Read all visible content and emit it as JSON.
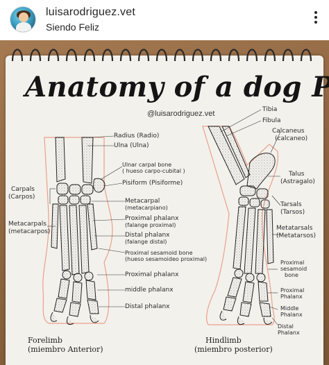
{
  "post": {
    "username": "luisarodriguez.vet",
    "subtitle": "Siendo Feliz"
  },
  "drawing": {
    "title": "Anatomy of a dog Paw",
    "handle": "@luisarodriguez.vet",
    "forelimb": {
      "labels": {
        "radius": "Radius (Radio)",
        "ulna": "Ulna (Ulna)",
        "ulnar_carpal_1": "Ulnar carpal bone",
        "ulnar_carpal_2": "( hueso carpo-cubital )",
        "pisiform": "Pisiform (Pisiforme)",
        "carpals_1": "Carpals",
        "carpals_2": "(Carpos)",
        "metacarpal_1": "Metacarpal",
        "metacarpal_2": "(metacarpiano)",
        "metacarpals_1": "Metacarpals",
        "metacarpals_2": "(metacarpos)",
        "prox_phalanx_1": "Proximal phalanx",
        "prox_phalanx_2": "(falange proximal)",
        "dist_phalanx_1": "Distal phalanx",
        "dist_phalanx_2": "(falange distal)",
        "sesamoid_1": "Proximal sesamoid bone",
        "sesamoid_2": "(hueso sesamoideo proximal)",
        "prox_phalanx_b": "Proximal phalanx",
        "middle_phalanx": "middle phalanx",
        "distal_phalanx": "Distal phalanx"
      },
      "caption_1": "Forelimb",
      "caption_2": "(miembro Anterior)"
    },
    "hindlimb": {
      "labels": {
        "tibia": "Tibia",
        "fibula": "Fibula",
        "calcaneus_1": "Calcaneus",
        "calcaneus_2": "(calcaneo)",
        "talus_1": "Talus",
        "talus_2": "(Astragalo)",
        "tarsals_1": "Tarsals",
        "tarsals_2": "(Tarsos)",
        "metatarsals_1": "Metatarsals",
        "metatarsals_2": "(Metatarsos)",
        "sesamoid_1": "Proximal",
        "sesamoid_2": "sesamoid",
        "sesamoid_3": "bone",
        "prox_phalanx_1": "Proximal",
        "prox_phalanx_2": "Phalanx",
        "mid_phalanx_1": "Middle",
        "mid_phalanx_2": "Phalanx",
        "dist_phalanx_1": "Distal",
        "dist_phalanx_2": "Phalanx"
      },
      "caption_1": "Hindlimb",
      "caption_2": "(miembro posterior)"
    }
  },
  "colors": {
    "paper": "#f3f1ec",
    "desk": "#8c6440",
    "outline": "#e9a08a",
    "ink": "#1c1c1c"
  }
}
